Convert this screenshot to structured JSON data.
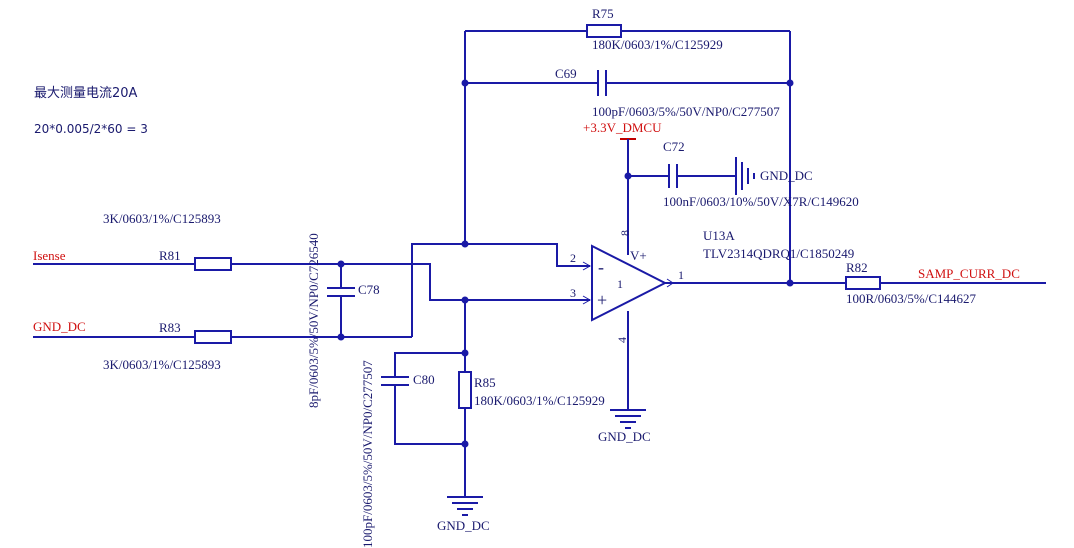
{
  "notes": {
    "line1": "最大测量电流20A",
    "line2": "20*0.005/2*60 = 3"
  },
  "nets": {
    "isense": "Isense",
    "gnd_dc_input": "GND_DC",
    "vcc": "+3.3V_DMCU",
    "gnd_top": "GND_DC",
    "gnd_opamp": "GND_DC",
    "gnd_bottom": "GND_DC",
    "output": "SAMP_CURR_DC"
  },
  "components": {
    "r75": {
      "ref": "R75",
      "value": "180K/0603/1%/C125929"
    },
    "c69": {
      "ref": "C69",
      "value": "100pF/0603/5%/50V/NP0/C277507"
    },
    "c72": {
      "ref": "C72",
      "value": "100nF/0603/10%/50V/X7R/C149620"
    },
    "u13a": {
      "ref": "U13A",
      "value": "TLV2314QDRQ1/C1850249"
    },
    "r81": {
      "ref": "R81",
      "value": "3K/0603/1%/C125893"
    },
    "r83": {
      "ref": "R83",
      "value": "3K/0603/1%/C125893"
    },
    "c78": {
      "ref": "C78",
      "value": "8pF/0603/5%/50V/NP0/C726540"
    },
    "c80": {
      "ref": "C80",
      "value": "100pF/0603/5%/50V/NP0/C277507"
    },
    "r85": {
      "ref": "R85",
      "value": "180K/0603/1%/C125929"
    },
    "r82": {
      "ref": "R82",
      "value": "100R/0603/5%/C144627"
    }
  },
  "pins": {
    "inv": "2",
    "noninv": "3",
    "out": "1",
    "vplus": "8",
    "vminus": "4",
    "unit": "1",
    "vplus_label": "V+",
    "minus_sign": "-",
    "plus_sign": "+"
  },
  "colors": {
    "wire": "#1a1aa6",
    "net_label": "#d01010",
    "text": "#1a1a6e"
  }
}
